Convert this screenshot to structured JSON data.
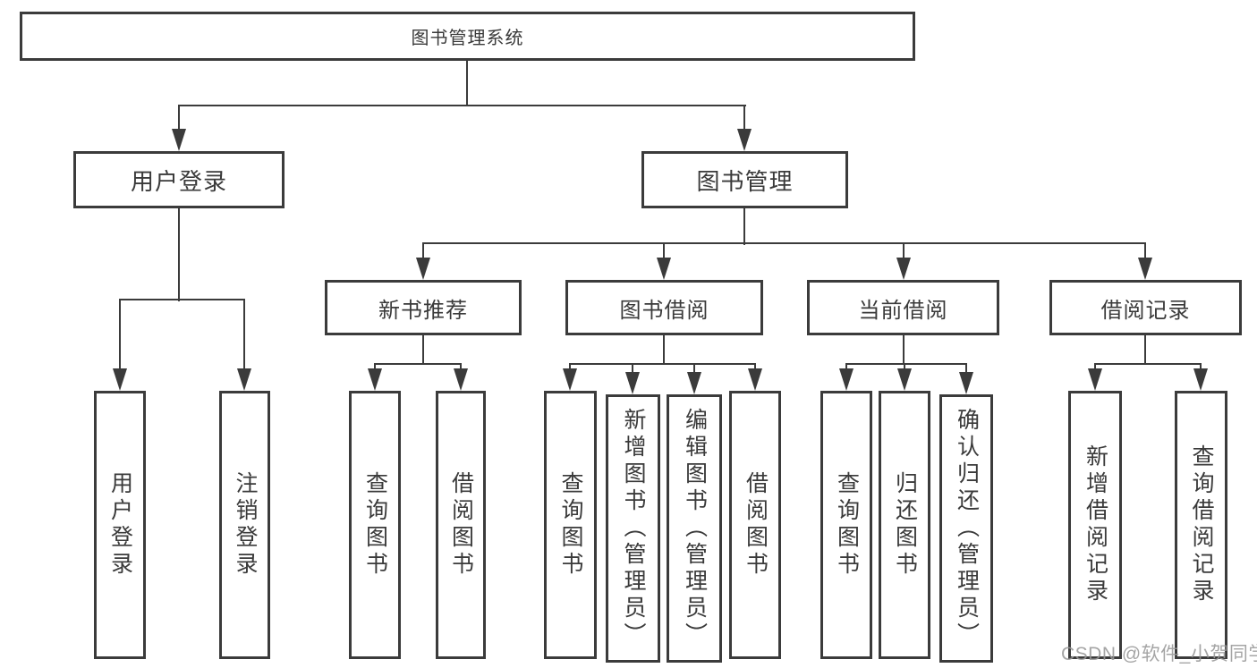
{
  "diagram_title": "图书管理系统",
  "nodes": {
    "root": "图书管理系统",
    "user_login": "用户登录",
    "book_mgmt": "图书管理",
    "new_book_rec": "新书推荐",
    "book_borrow": "图书借阅",
    "current_borrow": "当前借阅",
    "borrow_records": "借阅记录"
  },
  "leaves": [
    "用户登录",
    "注销登录",
    "查询图书",
    "借阅图书",
    "查询图书",
    "新增图书（管理员）",
    "编辑图书（管理员）",
    "借阅图书",
    "查询图书",
    "归还图书",
    "确认归还（管理员）",
    "新增借阅记录",
    "查询借阅记录"
  ],
  "hierarchy": {
    "图书管理系统": {
      "用户登录": [
        "用户登录",
        "注销登录"
      ],
      "图书管理": {
        "新书推荐": [
          "查询图书",
          "借阅图书"
        ],
        "图书借阅": [
          "查询图书",
          "新增图书（管理员）",
          "编辑图书（管理员）",
          "借阅图书"
        ],
        "当前借阅": [
          "查询图书",
          "归还图书",
          "确认归还（管理员）"
        ],
        "借阅记录": [
          "新增借阅记录",
          "查询借阅记录"
        ]
      }
    }
  },
  "watermark": {
    "text": "CSDN @软件_小贺同学"
  },
  "colors": {
    "line": "#3b3b3b",
    "text": "#3a3a3a",
    "watermark": "#999999",
    "background": "#ffffff"
  }
}
